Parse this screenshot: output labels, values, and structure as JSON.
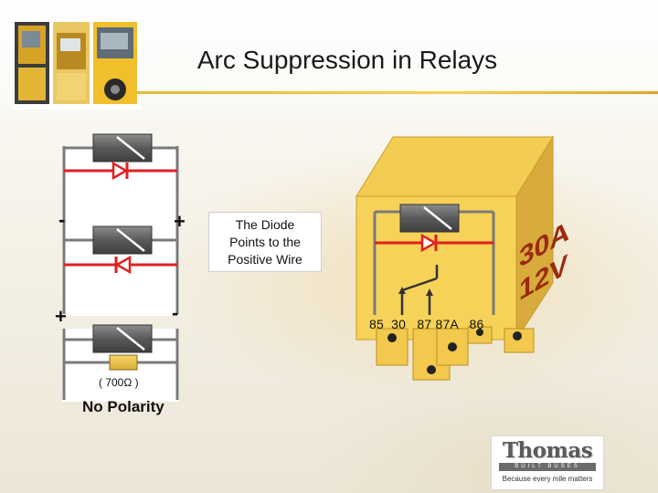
{
  "slide": {
    "title": "Arc Suppression in Relays",
    "note": {
      "line1": "The Diode",
      "line2": "Points to the",
      "line3": "Positive Wire"
    }
  },
  "circuits": {
    "top_neg": "-",
    "top_pos": "+",
    "mid_pos": "+",
    "mid_neg": "-",
    "resistor_label": "( 700Ω )",
    "resistor_caption": "No Polarity"
  },
  "relay": {
    "terminals": "85  30   87 87A   86",
    "rating_amps": "30A",
    "rating_volts": "12V",
    "box_color": "#f3cd53",
    "front_color": "#f6d258",
    "side_color": "#d8ab3c"
  },
  "logo": {
    "wordmark": "Thomas",
    "subline": "BUILT BUSES",
    "tagline": "Because every mile matters"
  },
  "colors": {
    "wire": "#7a7a7a",
    "diode": "#e02020",
    "title_rule": "#f0c040"
  }
}
